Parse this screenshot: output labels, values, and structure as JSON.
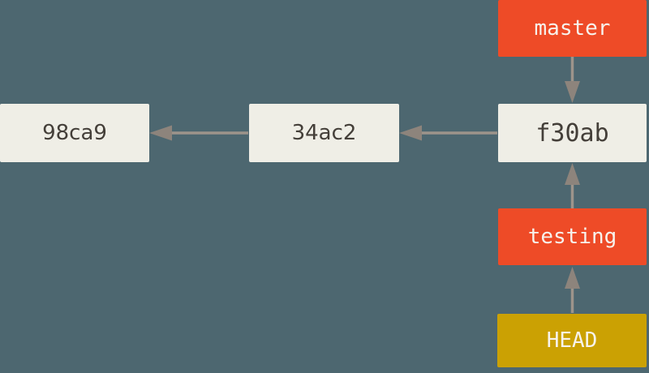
{
  "colors": {
    "background": "#4d6770",
    "commit-box": "#efeee6",
    "commit-text": "#443f39",
    "branch-box": "#ee4b27",
    "branch-text": "#f7f3ed",
    "head-box": "#cba103",
    "head-text": "#f7f3ed",
    "arrow-line": "#9d948b",
    "arrow-head": "#8d847c"
  },
  "commits": [
    {
      "id": "98ca9"
    },
    {
      "id": "34ac2"
    },
    {
      "id": "f30ab"
    }
  ],
  "refs": {
    "master": "master",
    "testing": "testing",
    "head": "HEAD"
  },
  "edges": [
    {
      "from": "34ac2",
      "to": "98ca9",
      "kind": "parent"
    },
    {
      "from": "f30ab",
      "to": "34ac2",
      "kind": "parent"
    },
    {
      "from": "master",
      "to": "f30ab",
      "kind": "branch-pointer"
    },
    {
      "from": "testing",
      "to": "f30ab",
      "kind": "branch-pointer"
    },
    {
      "from": "HEAD",
      "to": "testing",
      "kind": "head-pointer"
    }
  ]
}
